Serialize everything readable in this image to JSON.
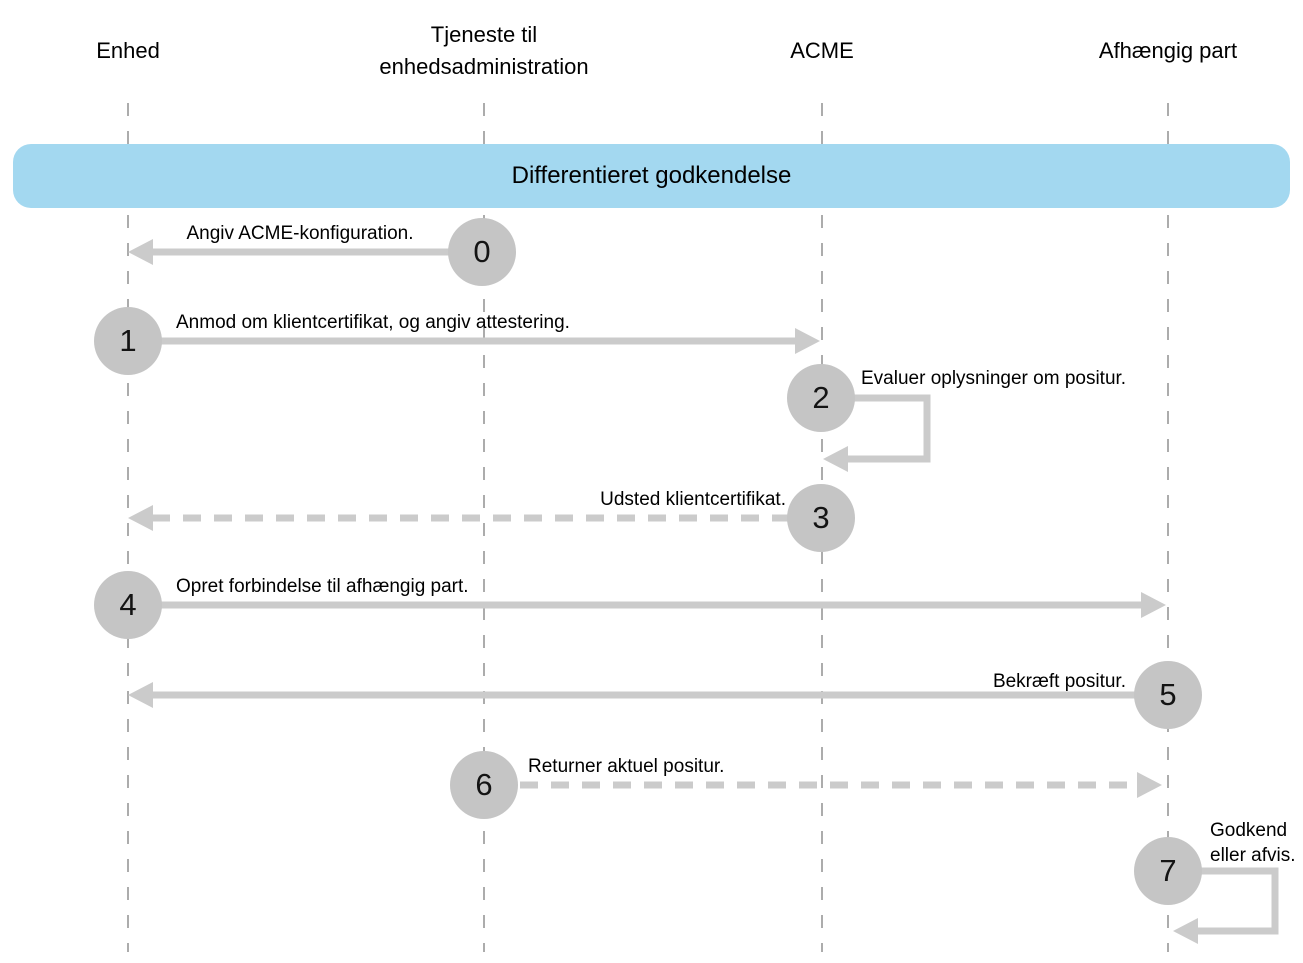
{
  "diagram": {
    "title_banner": {
      "label": "Differentieret godkendelse"
    },
    "actors": [
      {
        "id": "enhed",
        "label": "Enhed"
      },
      {
        "id": "tjeneste-til-enhedsadministration",
        "label": "Tjeneste til enhedsadministration"
      },
      {
        "id": "acme",
        "label": "ACME"
      },
      {
        "id": "afhaengig-part",
        "label": "Afhængig part"
      }
    ],
    "steps": [
      {
        "number": "0",
        "label": "Angiv ACME-konfiguration.",
        "from": "Tjeneste til enhedsadministration",
        "to": "Enhed",
        "line_style": "solid"
      },
      {
        "number": "1",
        "label": "Anmod om klientcertifikat, og angiv attestering.",
        "from": "Enhed",
        "to": "ACME",
        "line_style": "solid"
      },
      {
        "number": "2",
        "label": "Evaluer oplysninger om positur.",
        "from": "ACME",
        "to": "ACME",
        "line_style": "self-loop"
      },
      {
        "number": "3",
        "label": "Udsted klientcertifikat.",
        "from": "ACME",
        "to": "Enhed",
        "line_style": "dashed"
      },
      {
        "number": "4",
        "label": "Opret forbindelse til afhængig part.",
        "from": "Enhed",
        "to": "Afhængig part",
        "line_style": "solid"
      },
      {
        "number": "5",
        "label": "Bekræft positur.",
        "from": "Afhængig part",
        "to": "Enhed",
        "line_style": "solid"
      },
      {
        "number": "6",
        "label": "Returner aktuel positur.",
        "from": "Tjeneste til enhedsadministration",
        "to": "Afhængig part",
        "line_style": "dashed"
      },
      {
        "number": "7",
        "label": "Godkend eller afvis.",
        "from": "Afhængig part",
        "to": "Afhængig part",
        "line_style": "self-loop"
      }
    ],
    "colors": {
      "banner_bg": "#A3D8F0",
      "circle_fill": "#C5C5C5",
      "arrow": "#CBCBCB",
      "lifeline": "#ACACAC",
      "text": "#000000"
    }
  }
}
